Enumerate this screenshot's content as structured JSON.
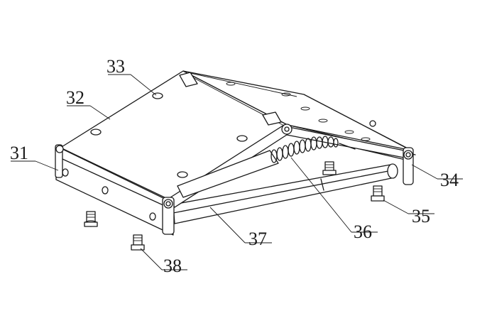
{
  "labels": {
    "l31": "31",
    "l32": "32",
    "l33": "33",
    "l34": "34",
    "l35": "35",
    "l36": "36",
    "l37": "37",
    "l38": "38"
  }
}
